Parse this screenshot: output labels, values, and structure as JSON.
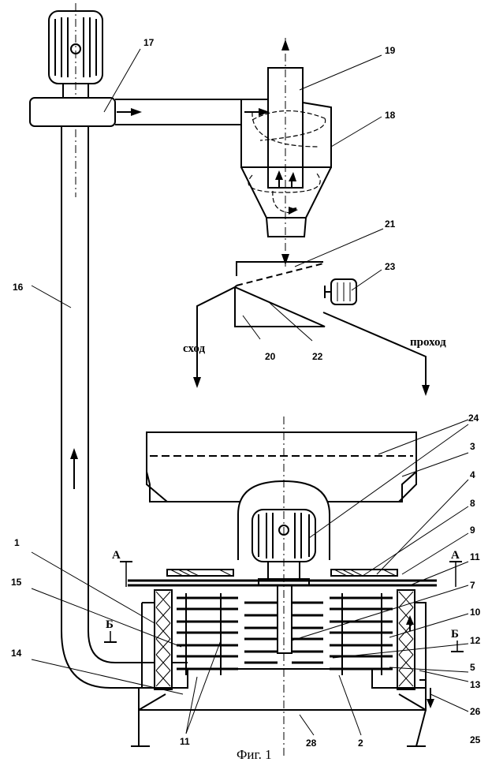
{
  "figure": {
    "caption": "Фиг. 1",
    "words": {
      "skhod": "сход",
      "prokhod": "проход"
    },
    "section_marks": {
      "a_left": "А",
      "a_right": "А",
      "b_left": "Б",
      "b_right": "Б"
    },
    "labels": {
      "n1": "1",
      "n2": "2",
      "n3": "3",
      "n4": "4",
      "n5": "5",
      "n7": "7",
      "n8": "8",
      "n9": "9",
      "n10": "10",
      "n11a": "11",
      "n11b": "11",
      "n12": "12",
      "n13": "13",
      "n14": "14",
      "n15": "15",
      "n16": "16",
      "n17": "17",
      "n18": "18",
      "n19": "19",
      "n20": "20",
      "n21": "21",
      "n22": "22",
      "n23": "23",
      "n24": "24",
      "n25": "25",
      "n26": "26",
      "n28": "28"
    }
  }
}
